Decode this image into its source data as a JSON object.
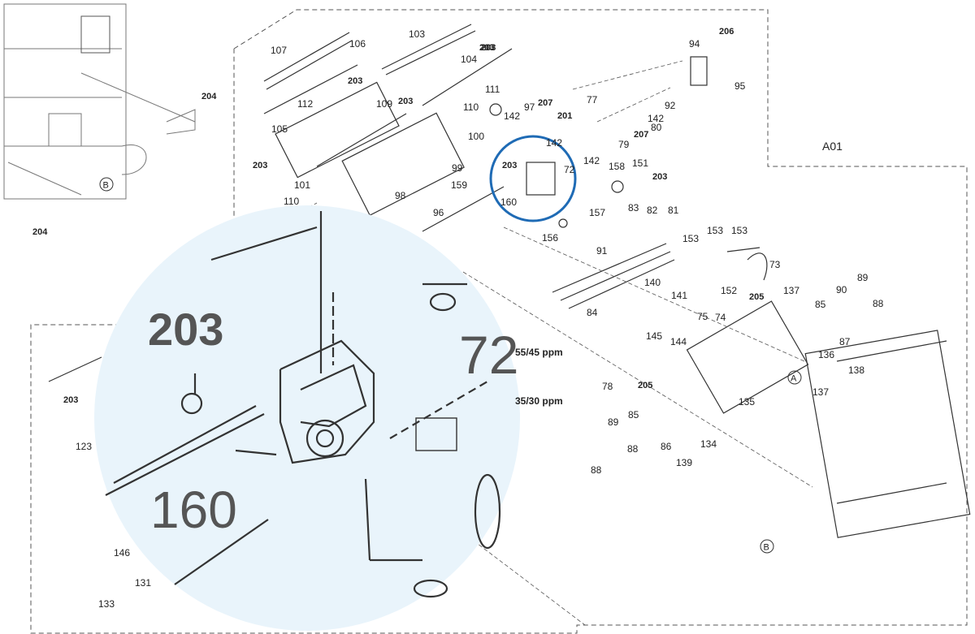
{
  "sheet_label": "A01",
  "ref_marks": [
    "A",
    "B"
  ],
  "speed_notes": [
    "55/45 ppm",
    "35/30 ppm"
  ],
  "zoom_callouts": [
    "203",
    "72",
    "160"
  ],
  "parts": [
    "107",
    "106",
    "103",
    "203",
    "104",
    "203",
    "94",
    "206",
    "95",
    "204",
    "203",
    "112",
    "109",
    "203",
    "111",
    "110",
    "142",
    "97",
    "207",
    "77",
    "201",
    "92",
    "105",
    "100",
    "142",
    "79",
    "207",
    "80",
    "142",
    "A01",
    "203",
    "99",
    "203",
    "72",
    "142",
    "158",
    "151",
    "203",
    "101",
    "98",
    "159",
    "160",
    "157",
    "110",
    "96",
    "83",
    "82",
    "81",
    "156",
    "153",
    "153",
    "153",
    "73",
    "91",
    "140",
    "141",
    "152",
    "137",
    "90",
    "89",
    "88",
    "84",
    "75",
    "74",
    "205",
    "85",
    "87",
    "145",
    "144",
    "136",
    "138",
    "78",
    "205",
    "135",
    "137",
    "89",
    "85",
    "88",
    "86",
    "134",
    "139",
    "88",
    "203",
    "123",
    "146",
    "131",
    "133",
    "204"
  ],
  "colors": {
    "highlight": "#1f6bb5",
    "zoom_fill": "#e9f4fb",
    "line": "#333333"
  }
}
